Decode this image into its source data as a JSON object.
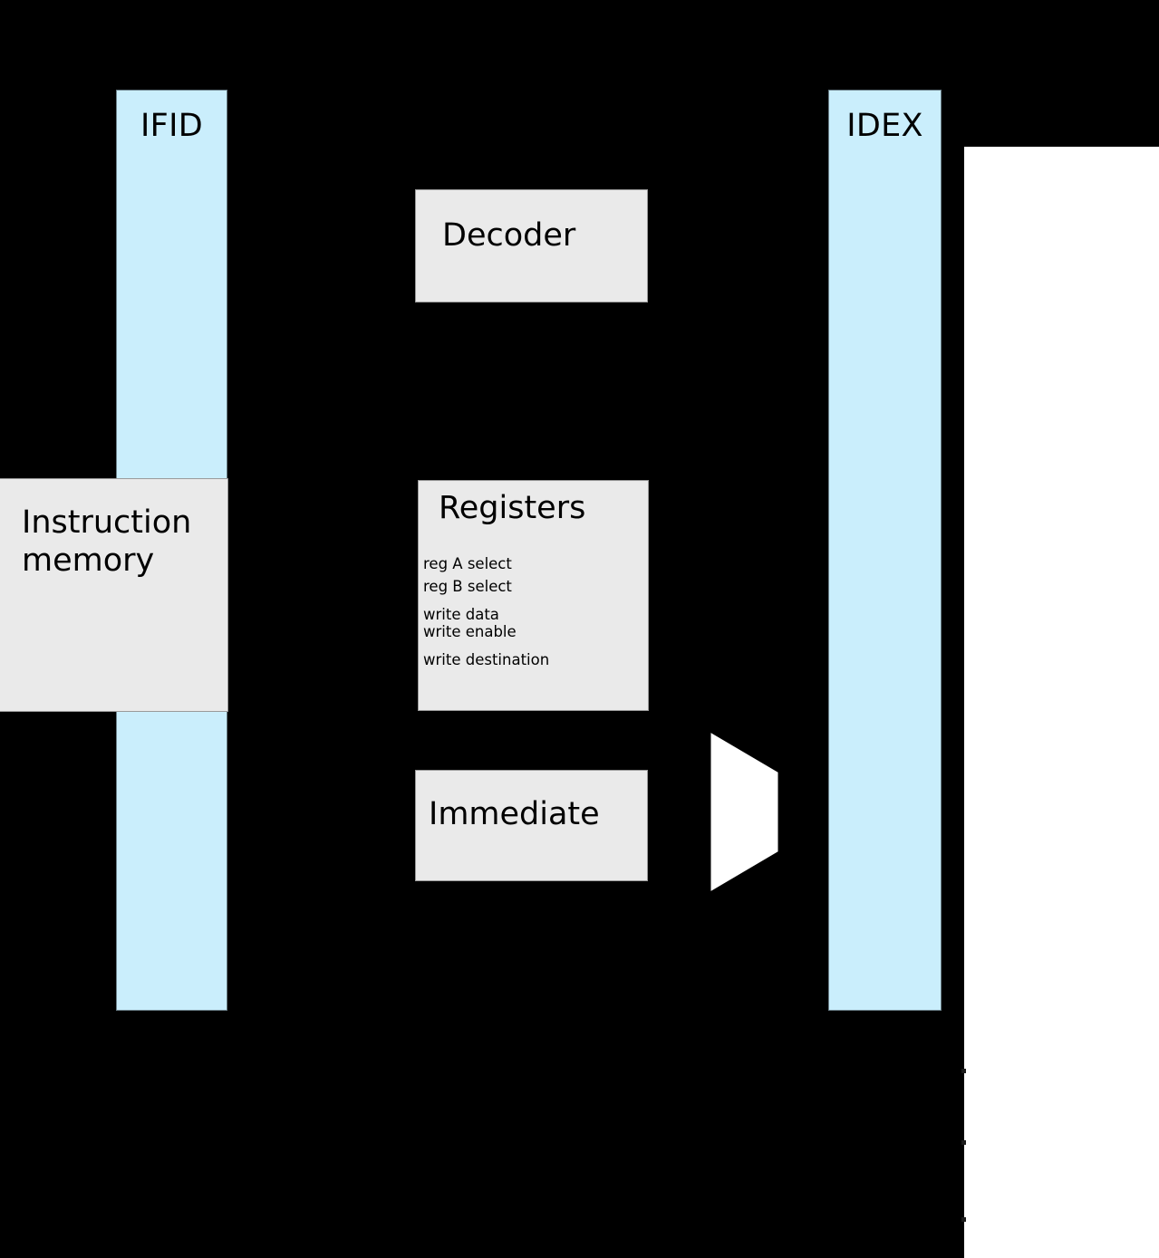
{
  "diagram": {
    "title": "CPU pipeline instruction-decode stage",
    "background_color": "#000000",
    "page_color": "#ffffff"
  },
  "pipeline_registers": [
    {
      "id": "ifid",
      "label": "IFID",
      "color": "#caeefc"
    },
    {
      "id": "idex",
      "label": "IDEX",
      "color": "#caeefc"
    }
  ],
  "blocks": {
    "instruction_memory": {
      "title": "Instruction\nmemory",
      "color": "#eaeaea"
    },
    "decoder": {
      "title": "Decoder",
      "color": "#eaeaea"
    },
    "registers": {
      "title": "Registers",
      "color": "#eaeaea",
      "signals": [
        "reg A select",
        "reg B select",
        "write data",
        "write enable",
        "write destination"
      ]
    },
    "immediate": {
      "title": "Immediate",
      "color": "#eaeaea"
    }
  },
  "mux": {
    "id": "alu-source-mux",
    "shape": "trapezoid",
    "fill": "#ffffff"
  }
}
